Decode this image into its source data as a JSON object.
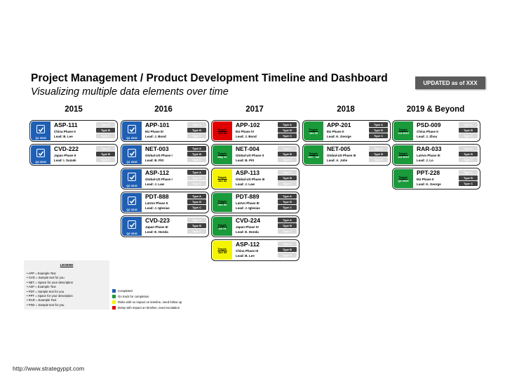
{
  "header": {
    "title": "Project Management / Product Development Timeline and Dashboard",
    "subtitle": "Visualizing multiple data elements over time",
    "updated_label": "UPDATED as of XXX"
  },
  "years": [
    "2015",
    "2016",
    "2017",
    "2018",
    "2019 & Beyond"
  ],
  "columns": [
    {
      "year": "2015",
      "cards": [
        {
          "code": "ASP-111",
          "phase": "China Phase II",
          "lead": "Lead: B. Lee",
          "status": "blue",
          "date": "Q1 2015",
          "target": "",
          "types": [
            {
              "label": "Type A",
              "on": false
            },
            {
              "label": "Type B",
              "on": true
            },
            {
              "label": "Type C",
              "on": false
            }
          ]
        },
        {
          "code": "CVD-222",
          "phase": "Japan Phase II",
          "lead": "Lead: I. Suzuki",
          "status": "blue",
          "date": "Q3 2015",
          "target": "",
          "types": [
            {
              "label": "Type A",
              "on": false
            },
            {
              "label": "Type B",
              "on": true
            },
            {
              "label": "Type C",
              "on": false
            }
          ]
        }
      ]
    },
    {
      "year": "2016",
      "cards": [
        {
          "code": "APP-101",
          "phase": "EU Phase III",
          "lead": "Lead: J. Bond",
          "status": "blue",
          "date": "Q1 2016",
          "target": "",
          "types": [
            {
              "label": "Type A",
              "on": false
            },
            {
              "label": "Type B",
              "on": true
            },
            {
              "label": "Type C",
              "on": false
            }
          ]
        },
        {
          "code": "NET-003",
          "phase": "Global-US Phase I",
          "lead": "Lead: B. Pitt",
          "status": "blue",
          "date": "Q1 2016",
          "target": "",
          "types": [
            {
              "label": "Type A",
              "on": true
            },
            {
              "label": "Type B",
              "on": true
            },
            {
              "label": "Type C",
              "on": false
            }
          ]
        },
        {
          "code": "ASP-112",
          "phase": "Global-US Phase I",
          "lead": "Lead: J. Law",
          "status": "blue",
          "date": "Q2 2016",
          "target": "",
          "types": [
            {
              "label": "Type A",
              "on": true
            },
            {
              "label": "Type B",
              "on": false
            },
            {
              "label": "Type C",
              "on": false
            }
          ]
        },
        {
          "code": "PDT-888",
          "phase": "LatAm Phase II",
          "lead": "Lead: J. Iglesias",
          "status": "blue",
          "date": "Q2 2016",
          "target": "",
          "types": [
            {
              "label": "Type A",
              "on": true
            },
            {
              "label": "Type B",
              "on": true
            },
            {
              "label": "Type C",
              "on": true
            }
          ]
        },
        {
          "code": "CVD-223",
          "phase": "Japan Phase III",
          "lead": "Lead: E. Honda",
          "status": "blue",
          "date": "Q2 2016",
          "target": "",
          "types": [
            {
              "label": "Type A",
              "on": false
            },
            {
              "label": "Type B",
              "on": true
            },
            {
              "label": "Type C",
              "on": false
            }
          ]
        }
      ]
    },
    {
      "year": "2017",
      "cards": [
        {
          "code": "APP-102",
          "phase": "EU Phase IV",
          "lead": "Lead: J. Bond",
          "status": "red",
          "date": "Jun 30",
          "target": "Target:",
          "types": [
            {
              "label": "Type A",
              "on": true
            },
            {
              "label": "Type B",
              "on": true
            },
            {
              "label": "Type C",
              "on": true
            }
          ]
        },
        {
          "code": "NET-004",
          "phase": "Global-US Phase II",
          "lead": "Lead: B. Pitt",
          "status": "green",
          "date": "May 31",
          "target": "Target:",
          "types": [
            {
              "label": "Type A",
              "on": false
            },
            {
              "label": "Type B",
              "on": true
            },
            {
              "label": "Type C",
              "on": false
            }
          ]
        },
        {
          "code": "ASP-113",
          "phase": "Global-US Phase III",
          "lead": "Lead: J. Law",
          "status": "yellow",
          "date": "Jun 30",
          "target": "Target:",
          "types": [
            {
              "label": "Type A",
              "on": false
            },
            {
              "label": "Type B",
              "on": true
            },
            {
              "label": "Type C",
              "on": false
            }
          ]
        },
        {
          "code": "PDT-889",
          "phase": "LatAm Phase III",
          "lead": "Lead: J. Iglesias",
          "status": "green",
          "date": "Jun 30",
          "target": "Target:",
          "types": [
            {
              "label": "Type A",
              "on": true
            },
            {
              "label": "Type B",
              "on": true
            },
            {
              "label": "Type C",
              "on": true
            }
          ]
        },
        {
          "code": "CVD-224",
          "phase": "Japan Phase IV",
          "lead": "Lead: E. Honda",
          "status": "green",
          "date": "Jul 31",
          "target": "Target:",
          "types": [
            {
              "label": "Type A",
              "on": true
            },
            {
              "label": "Type B",
              "on": true
            },
            {
              "label": "Type C",
              "on": false
            }
          ]
        },
        {
          "code": "ASP-112",
          "phase": "China Phase III",
          "lead": "Lead: B. Lee",
          "status": "yellow",
          "date": "Jun 30",
          "target": "Target:",
          "types": [
            {
              "label": "Type A",
              "on": false
            },
            {
              "label": "Type B",
              "on": true
            },
            {
              "label": "Type C",
              "on": false
            }
          ]
        }
      ]
    },
    {
      "year": "2018",
      "cards": [
        {
          "code": "APP-201",
          "phase": "EU Phase II",
          "lead": "Lead: K. George",
          "status": "green",
          "date": "Jun 30",
          "target": "Target:",
          "types": [
            {
              "label": "Type A",
              "on": true
            },
            {
              "label": "Type B",
              "on": true
            },
            {
              "label": "Type C",
              "on": true
            }
          ]
        },
        {
          "code": "NET-005",
          "phase": "Global-US Phase III",
          "lead": "Lead: A. Jolie",
          "status": "green",
          "date": "Jun - Jul",
          "target": "Target:",
          "types": [
            {
              "label": "Type A",
              "on": false
            },
            {
              "label": "Type B",
              "on": true
            },
            {
              "label": "Type C",
              "on": false
            }
          ]
        }
      ]
    },
    {
      "year": "2019 & Beyond",
      "cards": [
        {
          "code": "PSD-009",
          "phase": "China Phase II",
          "lead": "Lead: J. Zhou",
          "status": "green",
          "date": "Jul 2019",
          "target": "Target:",
          "types": [
            {
              "label": "Type A",
              "on": false
            },
            {
              "label": "Type B",
              "on": true
            },
            {
              "label": "Type C",
              "on": false
            }
          ]
        },
        {
          "code": "RAR-033",
          "phase": "LatAm Phase III",
          "lead": "Lead: J. Lo",
          "status": "green",
          "date": "Jul 2019",
          "target": "Target:",
          "types": [
            {
              "label": "Type A",
              "on": false
            },
            {
              "label": "Type B",
              "on": true
            },
            {
              "label": "Type C",
              "on": false
            }
          ]
        },
        {
          "code": "PPT-228",
          "phase": "EU Phase II",
          "lead": "Lead: K. George",
          "status": "green",
          "date": "Q4 2020",
          "target": "Target:",
          "types": [
            {
              "label": "Type A",
              "on": false
            },
            {
              "label": "Type B",
              "on": true
            },
            {
              "label": "Type C",
              "on": true
            }
          ]
        }
      ]
    }
  ],
  "legend": {
    "title": "LEGEND",
    "items": [
      "• APP = Example Text",
      "• CVD = Sample text for you",
      "• NET = Space for your description",
      "• ASP = Example Text",
      "• PDT = Sample text for you",
      "• PPT = Space for your description",
      "• RAR = Example Text",
      "• PSD = Sample text for you"
    ]
  },
  "status_key": [
    {
      "color": "#1f5fb4",
      "label": "Completed"
    },
    {
      "color": "#1a9a3a",
      "label": "On track for completion"
    },
    {
      "color": "#f4f400",
      "label": "Risks with no impact on timeline, need follow up"
    },
    {
      "color": "#e00000",
      "label": "Delay with impact on timeline, need escalation"
    }
  ],
  "footer": {
    "url": "http://www.strategyppt.com"
  }
}
